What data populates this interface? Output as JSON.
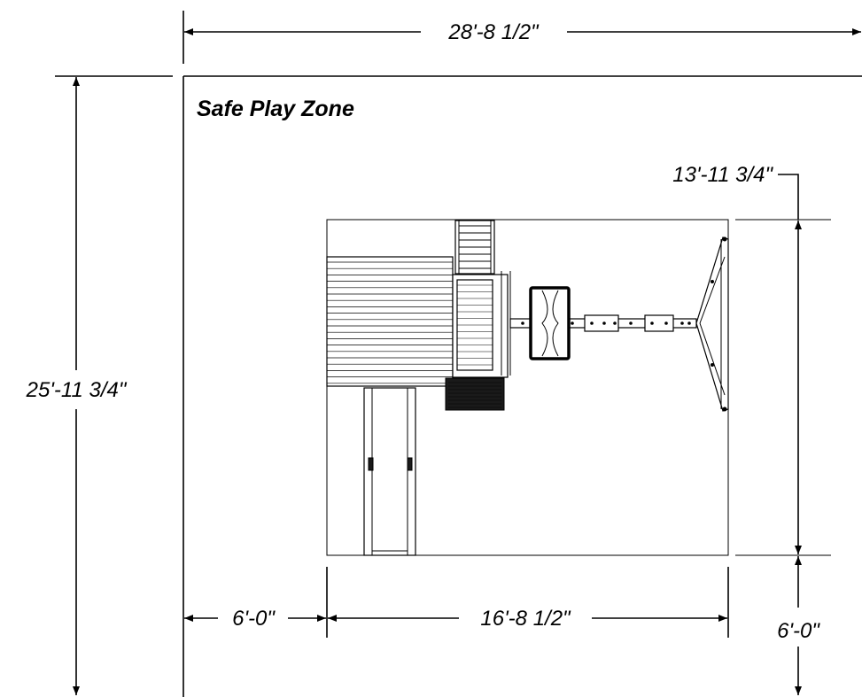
{
  "diagram": {
    "zone_label": "Safe Play Zone",
    "dimensions": {
      "overall_width": "28'-8 1/2\"",
      "overall_depth": "25'-11 3/4\"",
      "product_depth": "13'-11 3/4\"",
      "product_width": "16'-8 1/2\"",
      "left_clearance": "6'-0\"",
      "bottom_clearance": "6'-0\""
    }
  }
}
